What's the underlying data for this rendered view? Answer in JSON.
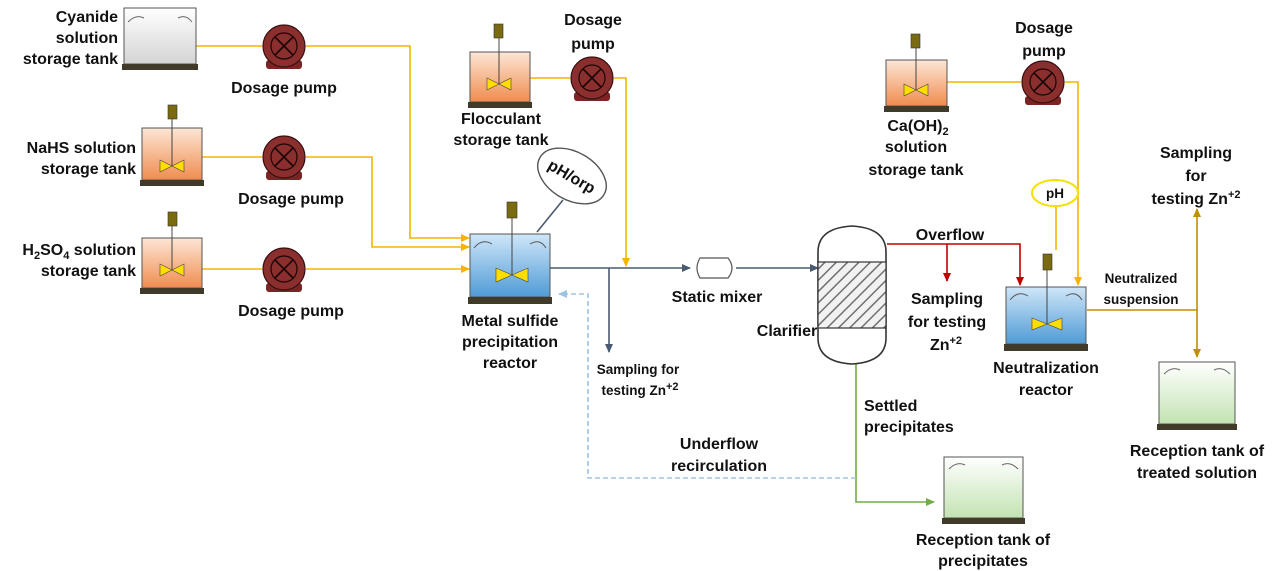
{
  "colors": {
    "yellow_line": "#f5b400",
    "slate_line": "#4a5a72",
    "red_line": "#c00000",
    "green_line": "#70ad47",
    "gold_line": "#bf9000",
    "dashed_line": "#9dc3e6",
    "pump": "#8b2e2e",
    "tank_orange": "#f4a97b",
    "tank_blue": "#6fb0e0",
    "tank_green": "#d4ecc8",
    "tank_gray": "#e4e4e4"
  },
  "labels": {
    "cyanide_tank": [
      "Cyanide",
      "solution",
      "storage tank"
    ],
    "nahs_tank": [
      "NaHS solution",
      "storage tank"
    ],
    "h2so4_tank_line1_pre": "H",
    "h2so4_tank_line1_sub1": "2",
    "h2so4_tank_line1_mid": "SO",
    "h2so4_tank_line1_sub2": "4",
    "h2so4_tank_line1_post": " solution",
    "h2so4_tank_line2": "storage tank",
    "dosage_pump": "Dosage pump",
    "dosage_pump_floc": [
      "Dosage",
      "pump"
    ],
    "dosage_pump_ca": [
      "Dosage",
      "pump"
    ],
    "flocculant_tank": [
      "Flocculant",
      "storage tank"
    ],
    "ca_tank_pre": "Ca(OH)",
    "ca_tank_sub": "2",
    "ca_tank_rest": [
      "solution",
      "storage tank"
    ],
    "ph_orp": "pH/orp",
    "metal_reactor": [
      "Metal sulfide",
      "precipitation",
      "reactor"
    ],
    "sampling_1_line1": "Sampling for",
    "sampling_1_line2_pre": "testing ",
    "sampling_1_line2_zn": "Zn",
    "sampling_1_line2_sup": "+2",
    "static_mixer": "Static mixer",
    "clarifier": "Clarifier",
    "overflow": "Overflow",
    "sampling_2": [
      "Sampling",
      "for testing"
    ],
    "sampling_2_zn": "Zn",
    "sampling_2_sup": "+2",
    "ph": "pH",
    "neutralization_reactor": [
      "Neutralization",
      "reactor"
    ],
    "neutralized_suspension": [
      "Neutralized",
      "suspension"
    ],
    "sampling_3": [
      "Sampling",
      "for"
    ],
    "sampling_3_line3_pre": "testing ",
    "sampling_3_zn": "Zn",
    "sampling_3_sup": "+2",
    "settled_precipitates": [
      "Settled",
      "precipitates"
    ],
    "underflow": [
      "Underflow",
      "recirculation"
    ],
    "reception_precipitates": [
      "Reception tank of",
      "precipitates"
    ],
    "reception_treated": [
      "Reception tank of",
      "treated solution"
    ]
  }
}
